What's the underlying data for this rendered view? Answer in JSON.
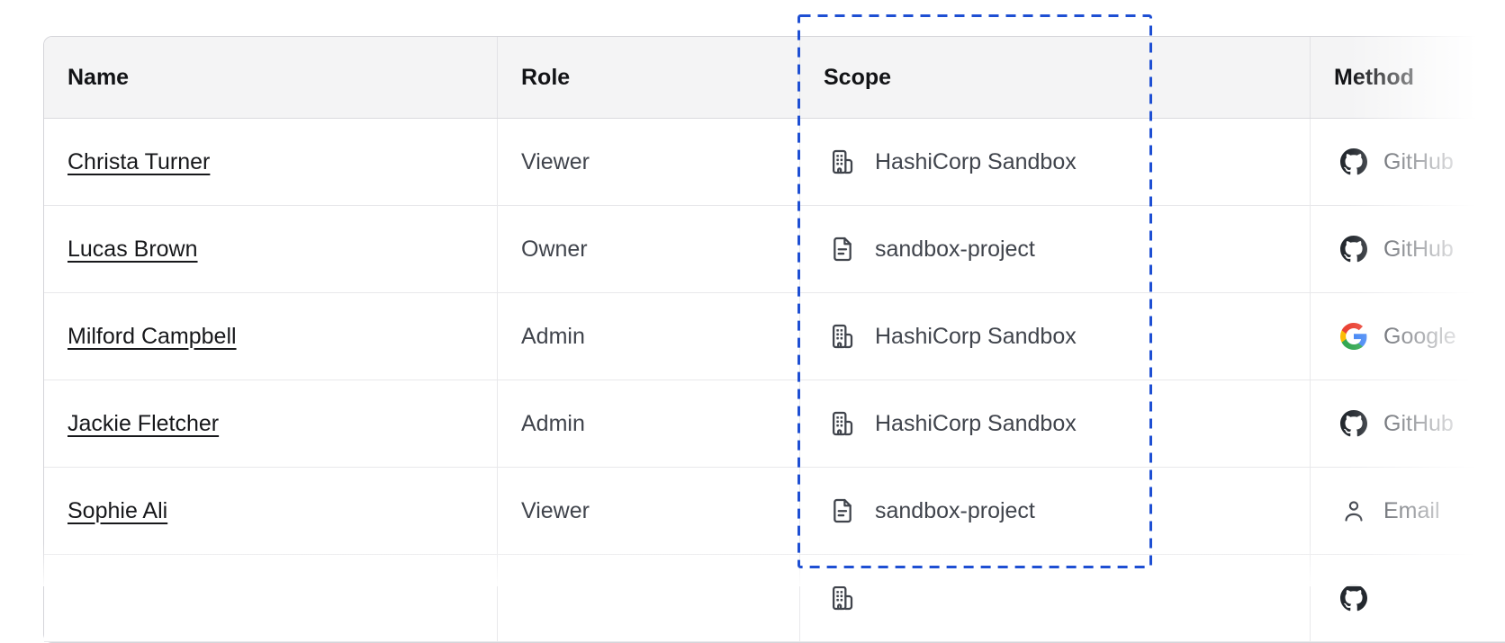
{
  "table": {
    "columns": [
      {
        "label": "Name"
      },
      {
        "label": "Role"
      },
      {
        "label": "Scope"
      },
      {
        "label": "Method"
      }
    ],
    "rows": [
      {
        "name": "Christa Turner",
        "role": "Viewer",
        "scope": {
          "icon": "organization-icon",
          "label": "HashiCorp Sandbox"
        },
        "method": {
          "icon": "github-icon",
          "label": "GitHub"
        }
      },
      {
        "name": "Lucas Brown",
        "role": "Owner",
        "scope": {
          "icon": "project-icon",
          "label": "sandbox-project"
        },
        "method": {
          "icon": "github-icon",
          "label": "GitHub"
        }
      },
      {
        "name": "Milford Campbell",
        "role": "Admin",
        "scope": {
          "icon": "organization-icon",
          "label": "HashiCorp Sandbox"
        },
        "method": {
          "icon": "google-icon",
          "label": "Google"
        }
      },
      {
        "name": "Jackie Fletcher",
        "role": "Admin",
        "scope": {
          "icon": "organization-icon",
          "label": "HashiCorp Sandbox"
        },
        "method": {
          "icon": "github-icon",
          "label": "GitHub"
        }
      },
      {
        "name": "Sophie Ali",
        "role": "Viewer",
        "scope": {
          "icon": "project-icon",
          "label": "sandbox-project"
        },
        "method": {
          "icon": "email-icon",
          "label": "Email"
        }
      }
    ],
    "partial_sixth_row_visible": true
  },
  "annotation": {
    "type": "dashed-highlight-rectangle",
    "target": "scope-column",
    "color": "#1e4fd3"
  },
  "colors": {
    "header_bg": "#f4f4f5",
    "table_border": "#d5d5da",
    "row_divider": "#e8e8eb",
    "header_text": "#121316",
    "body_text": "#40444c",
    "link_text": "#17181b",
    "annotation_blue": "#1e4fd3",
    "github_mark": "#24292f",
    "google_blue": "#4285f4",
    "google_green": "#34a853",
    "google_yellow": "#fbbc05",
    "google_red": "#ea4335"
  }
}
